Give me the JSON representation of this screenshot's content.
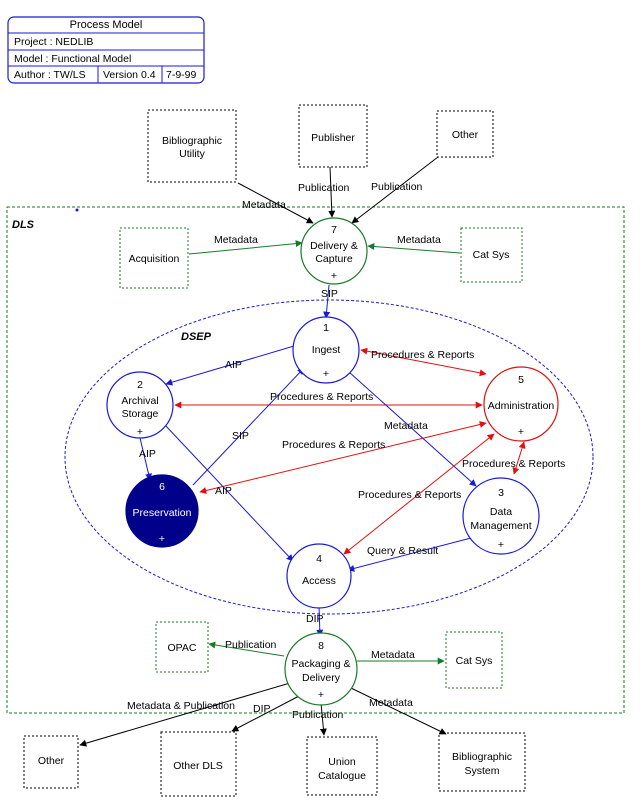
{
  "title_block": {
    "title": "Process Model",
    "project": "Project : NEDLIB",
    "model": "Model  : Functional Model",
    "author": "Author : TW/LS",
    "version": "Version 0.4",
    "date": "7-9-99"
  },
  "regions": {
    "dls": "DLS",
    "dsep": "DSEP"
  },
  "external_entities": {
    "bibliographic_utility": [
      "Bibliographic",
      "Utility"
    ],
    "publisher": "Publisher",
    "other_top": "Other",
    "acquisition": "Acquisition",
    "cat_sys_top": "Cat Sys",
    "opac": "OPAC",
    "cat_sys_bottom": "Cat Sys",
    "other_bottom": "Other",
    "other_dls": "Other DLS",
    "union_catalogue": [
      "Union",
      "Catalogue"
    ],
    "bibliographic_system": [
      "Bibliographic",
      "System"
    ]
  },
  "processes": {
    "p7": {
      "num": "7",
      "name": [
        "Delivery &",
        "Capture"
      ],
      "marker": "+"
    },
    "p1": {
      "num": "1",
      "name": [
        "Ingest"
      ],
      "marker": "+"
    },
    "p2": {
      "num": "2",
      "name": [
        "Archival",
        "Storage"
      ],
      "marker": "+"
    },
    "p5": {
      "num": "5",
      "name": [
        "Administration"
      ],
      "marker": "+"
    },
    "p6": {
      "num": "6",
      "name": [
        "Preservation"
      ],
      "marker": "+"
    },
    "p3": {
      "num": "3",
      "name": [
        "Data",
        "Management"
      ],
      "marker": "+"
    },
    "p4": {
      "num": "4",
      "name": [
        "Access"
      ],
      "marker": ""
    },
    "p8": {
      "num": "8",
      "name": [
        "Packaging &",
        "Delivery"
      ],
      "marker": "+"
    }
  },
  "flows": {
    "metadata_bu": "Metadata",
    "publication_pub": "Publication",
    "publication_other": "Publication",
    "metadata_acq": "Metadata",
    "metadata_cat": "Metadata",
    "sip_top": "SIP",
    "aip_ingest": "AIP",
    "pr_ingest_admin": "Procedures & Reports",
    "pr_storage_admin": "Procedures & Reports",
    "sip_pres": "SIP",
    "metadata_ingest_dm": "Metadata",
    "aip_storage_pres": "AIP",
    "pr_pres_admin": "Procedures & Reports",
    "aip_storage_access": "AIP",
    "pr_admin_dm": "Procedures & Reports",
    "pr_admin_access": "Procedures & Reports",
    "query_result": "Query & Result",
    "dip_top": "DIP",
    "publication_opac": "Publication",
    "metadata_catsys": "Metadata",
    "metadata_publication": "Metadata & Publication",
    "dip_bottom": "DIP",
    "publication_union": "Publication",
    "metadata_bs": "Metadata"
  },
  "colors": {
    "blue": "#1a1ad6",
    "red": "#e01010",
    "green": "#1a7a2a",
    "navy": "#00008b",
    "black": "#000000"
  }
}
